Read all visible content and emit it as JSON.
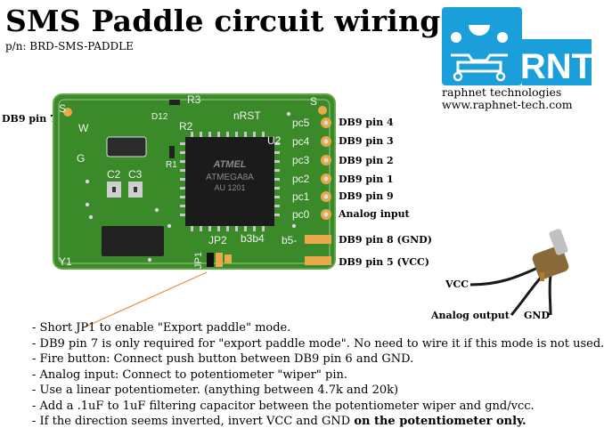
{
  "title": "SMS Paddle circuit wiring",
  "part_number": "p/n: BRD-SMS-PADDLE",
  "logo": {
    "text": "RNT",
    "color": "#1a9fdb"
  },
  "company": {
    "name": "raphnet technologies",
    "url": "www.raphnet-tech.com"
  },
  "pin_labels": {
    "left": "DB9 pin 7",
    "right": [
      "DB9 pin 4",
      "DB9 pin 3",
      "DB9 pin 2",
      "DB9 pin 1",
      "DB9 pin 9",
      "Analog input",
      "DB9 pin 8 (GND)",
      "DB9 pin 5 (VCC)"
    ]
  },
  "board": {
    "chip_brand": "ATMEL",
    "chip_model": "ATMEGA8A",
    "chip_code": "AU 1201",
    "silk": {
      "r3": "R3",
      "r2": "R2",
      "r1": "R1",
      "d12": "D12",
      "nrst": "nRST",
      "u2": "U2",
      "w": "W",
      "g": "G",
      "c2": "C2",
      "c3": "C3",
      "y1": "Y1",
      "jp1": "JP1",
      "jp2": "JP2",
      "b3b4": "b3b4",
      "b5": "b5-",
      "s_left": "S",
      "s_right": "S",
      "pc5": "pc5",
      "pc4": "pc4",
      "pc3": "pc3",
      "pc2": "pc2",
      "pc1": "pc1",
      "pc0": "pc0"
    }
  },
  "potentiometer": {
    "vcc": "VCC",
    "analog_output": "Analog output",
    "gnd": "GND"
  },
  "notes": [
    "- Short JP1 to enable \"Export paddle\" mode.",
    "- DB9 pin 7 is only required for \"export paddle mode\". No need to wire it if this mode is not used.",
    "- Fire button: Connect push button between DB9 pin 6 and GND.",
    "- Analog input: Connect to potentiometer \"wiper\" pin.",
    "- Use a linear potentiometer. (anything between 4.7k and 20k)",
    "- Add a .1uF to 1uF filtering capacitor between the potentiometer wiper and gnd/vcc."
  ],
  "last_note": {
    "text": "- If the direction seems inverted, invert VCC and GND ",
    "bold": "on the potentiometer only."
  },
  "colors": {
    "pcb": "#3a8a2a",
    "pcb_dark": "#2c6e1f",
    "pad": "#e9a84a",
    "arrow": "#f08c3c"
  }
}
